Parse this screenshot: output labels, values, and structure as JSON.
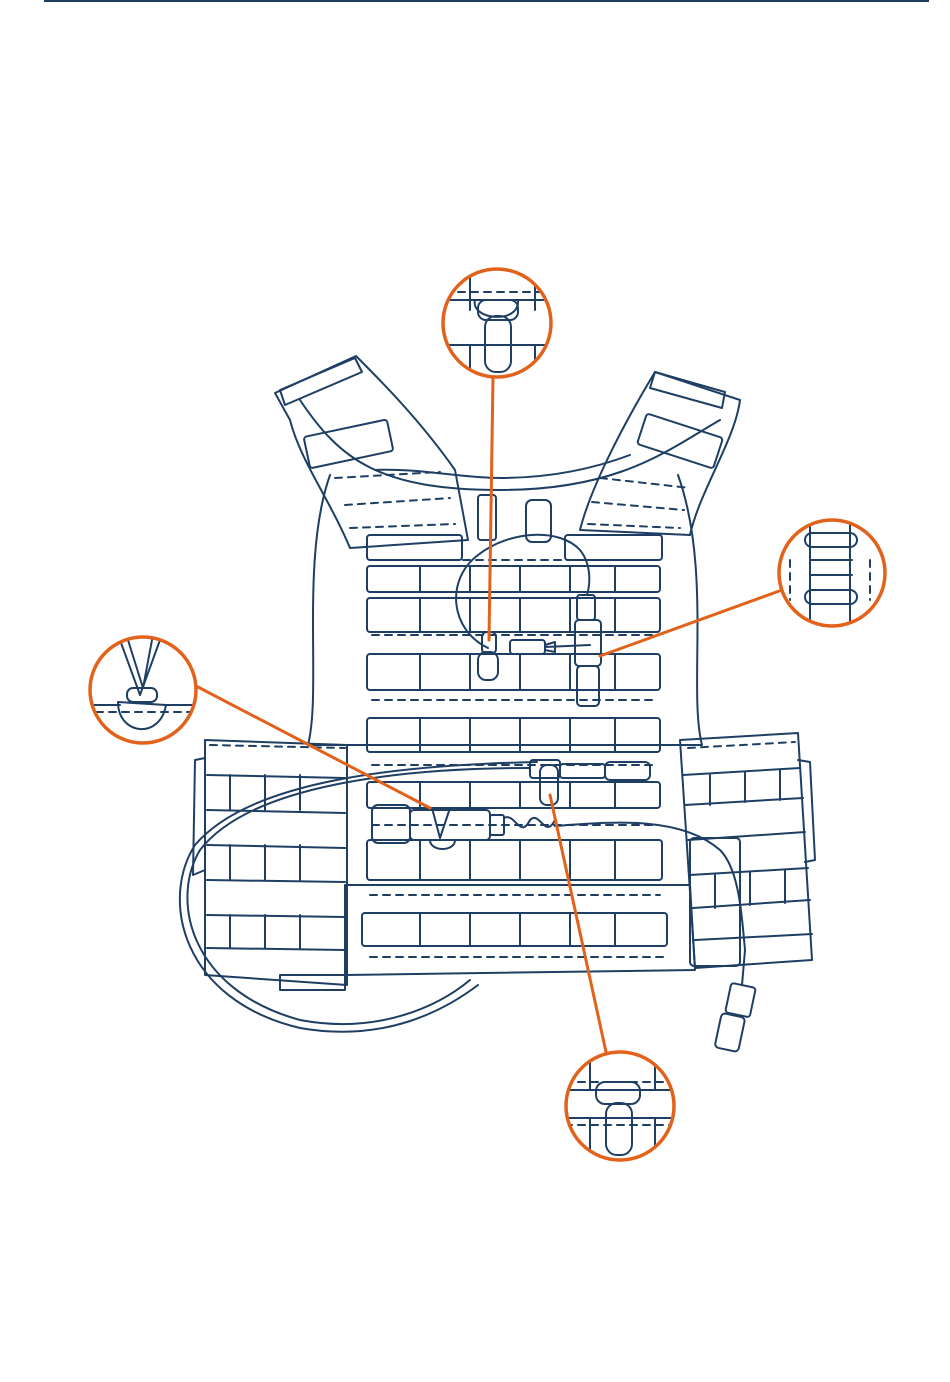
{
  "colors": {
    "rule": "#1c3f5e",
    "line_art": "#1e3f63",
    "callout": "#e2621b",
    "background": "#ffffff"
  },
  "figure": {
    "subject": "vest",
    "callouts": [
      {
        "id": "top-clip",
        "icon": "clip-icon"
      },
      {
        "id": "right-ring",
        "icon": "ring-icon"
      },
      {
        "id": "left-bungee",
        "icon": "bungee-icon"
      },
      {
        "id": "bottom-clip",
        "icon": "clip-icon"
      }
    ]
  }
}
